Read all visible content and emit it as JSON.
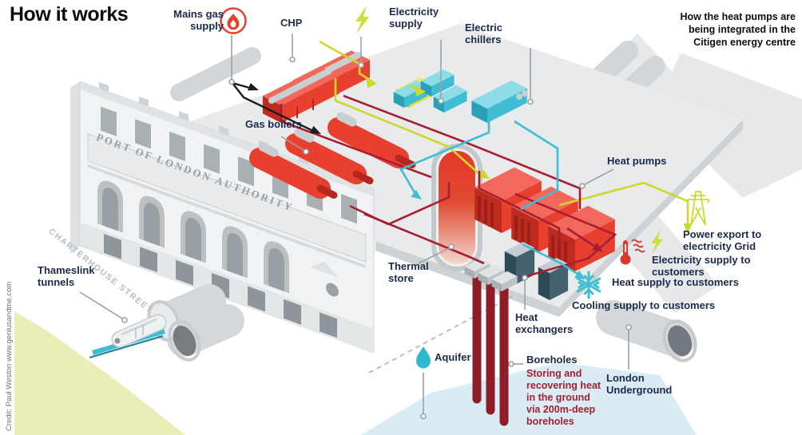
{
  "title": "How it works",
  "note": "How the heat pumps are\nbeing integrated in the\nCitigen energy centre",
  "credit": "Credit: Paul Weston www.geniusandme.com",
  "building": {
    "inscription": "PORT OF LONDON AUTHORITY",
    "street": "CHARTERHOUSE STREET"
  },
  "labels": {
    "mains_gas": "Mains gas\nsupply",
    "chp": "CHP",
    "electricity_supply": "Electricity\nsupply",
    "electric_chillers": "Electric\nchillers",
    "gas_boilers": "Gas boilers",
    "heat_pumps": "Heat pumps",
    "thermal_store": "Thermal\nstore",
    "power_export": "Power export to\nelectricity Grid",
    "electricity_customers": "Electricity supply to customers",
    "heat_customers": "Heat supply to customers",
    "cooling_customers": "Cooling supply to customers",
    "heat_exchangers": "Heat\nexchangers",
    "aquifer": "Aquifer",
    "boreholes": "Boreholes",
    "boreholes_note": "Storing and\nrecovering heat\nin the ground\nvia 200m-deep\nboreholes",
    "london_underground": "London\nUnderground",
    "thameslink": "Thameslink\ntunnels"
  },
  "icons": {
    "mains_gas": "flame-icon",
    "electricity_supply": "lightning-icon",
    "power_export": "pylon-icon",
    "electricity_customers": "lightning-icon",
    "heat_customers": "thermometer-icon",
    "cooling_customers": "snowflake-icon",
    "aquifer": "droplet-icon"
  },
  "colors": {
    "machine_red": "#e8402f",
    "machine_red_top": "#f2685c",
    "machine_red_dark": "#bf2a1f",
    "heat_pipe": "#a61e31",
    "borehole_red": "#8f1d28",
    "borehole_note_red": "#a41e30",
    "cool_cyan": "#3fbdd3",
    "cool_cyan_light": "#8edce8",
    "cool_cyan_dark": "#2aa0b6",
    "power_yellow": "#ccd92b",
    "bolt_yellow": "#cede3a",
    "transformer_yellow": "#dde23c",
    "label_navy": "#1b2a4a",
    "title_black": "#0d0d0d",
    "platform_grey": "#e8eaeb",
    "platform_edge": "#ced2d4",
    "street_grey": "#e6e8e9",
    "tube_grey": "#d3d6d8",
    "building_wall": "#f1f2f3",
    "building_detail": "#b7bdc1",
    "building_dark": "#8f969b",
    "aquifer_blue": "#d9ecf4",
    "ground_green": "#e9edb7",
    "leader_grey": "#9aa0a4"
  }
}
